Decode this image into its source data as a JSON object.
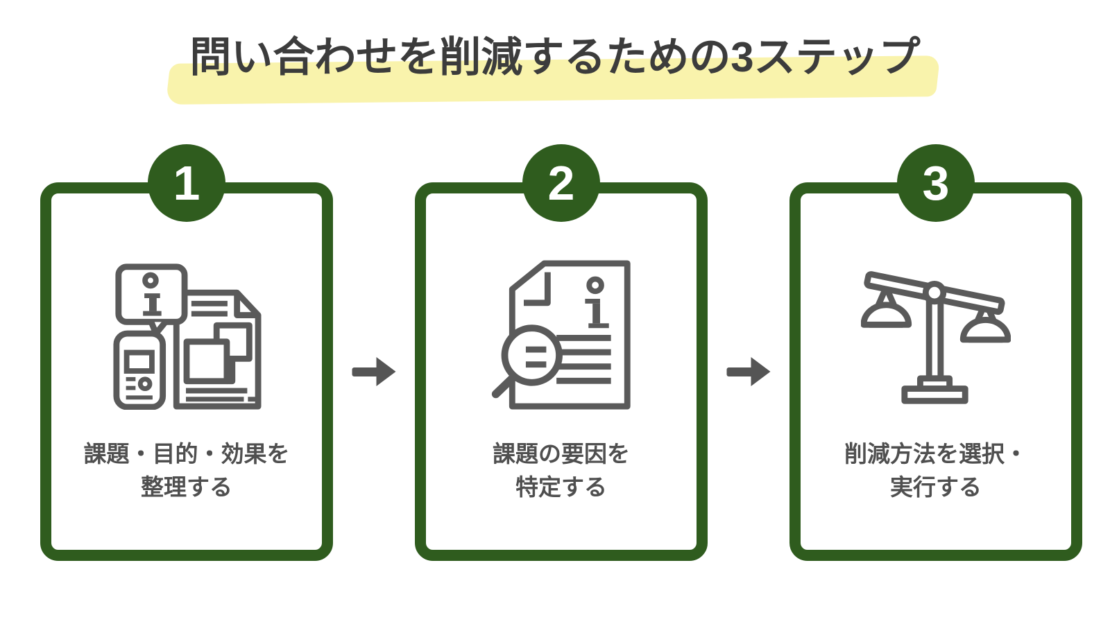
{
  "title": {
    "text": "問い合わせを削減するための3ステップ",
    "highlight_color": "#F9F3AC"
  },
  "colors": {
    "accent_green": "#2F5C1E",
    "icon_gray": "#5A5A5A",
    "title_text": "#3C3C3C",
    "label_text": "#4F4F4F",
    "arrow": "#555555",
    "background": "#FFFFFF"
  },
  "steps": [
    {
      "number": "1",
      "icon": "info-materials-icon",
      "label_line1": "課題・目的・効果を",
      "label_line2": "整理する"
    },
    {
      "number": "2",
      "icon": "document-search-icon",
      "label_line1": "課題の要因を",
      "label_line2": "特定する"
    },
    {
      "number": "3",
      "icon": "balance-scale-icon",
      "label_line1": "削減方法を選択・",
      "label_line2": "実行する"
    }
  ]
}
